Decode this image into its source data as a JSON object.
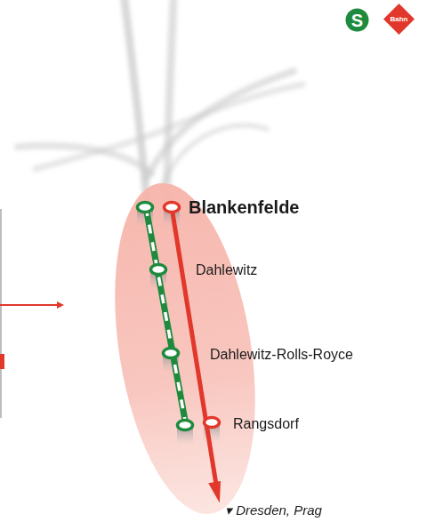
{
  "diagram": {
    "nodes": [
      {
        "text": [
          "S"
        ]
      },
      {
        "text": [
          "Bahn"
        ]
      }
    ],
    "labels": [
      "Blankenfelde",
      "Dahlewitz",
      "Dahlewitz-Rolls-Royce",
      "Rangsdorf",
      "▾ Dresden, Prag"
    ]
  }
}
